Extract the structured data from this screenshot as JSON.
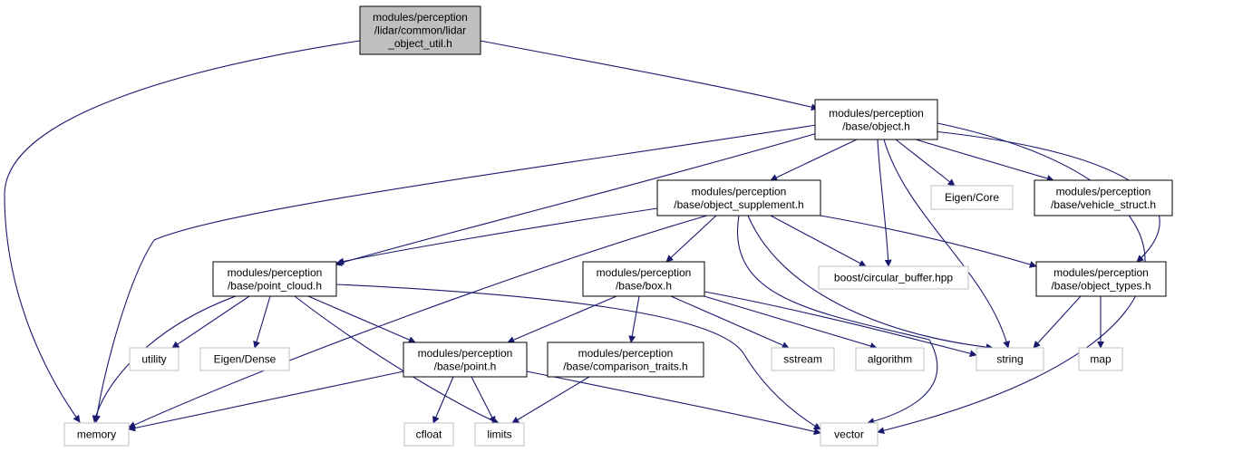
{
  "diagram": {
    "nodes": {
      "lidar_object_util": [
        "modules/perception",
        "/lidar/common/lidar",
        "_object_util.h"
      ],
      "object_h": [
        "modules/perception",
        "/base/object.h"
      ],
      "object_supplement": [
        "modules/perception",
        "/base/object_supplement.h"
      ],
      "point_cloud": [
        "modules/perception",
        "/base/point_cloud.h"
      ],
      "box_h": [
        "modules/perception",
        "/base/box.h"
      ],
      "point_h": [
        "modules/perception",
        "/base/point.h"
      ],
      "comparison_traits": [
        "modules/perception",
        "/base/comparison_traits.h"
      ],
      "object_types": [
        "modules/perception",
        "/base/object_types.h"
      ],
      "vehicle_struct": [
        "modules/perception",
        "/base/vehicle_struct.h"
      ],
      "eigen_core": [
        "Eigen/Core"
      ],
      "circular_buffer": [
        "boost/circular_buffer.hpp"
      ],
      "utility": [
        "utility"
      ],
      "eigen_dense": [
        "Eigen/Dense"
      ],
      "sstream": [
        "sstream"
      ],
      "algorithm": [
        "algorithm"
      ],
      "string": [
        "string"
      ],
      "map": [
        "map"
      ],
      "memory": [
        "memory"
      ],
      "cfloat": [
        "cfloat"
      ],
      "limits": [
        "limits"
      ],
      "vector": [
        "vector"
      ]
    },
    "colors": {
      "edge": "#191970",
      "root_fill": "#bfbfbf",
      "system_border": "#bfbfbf",
      "file_border": "#000000"
    }
  }
}
